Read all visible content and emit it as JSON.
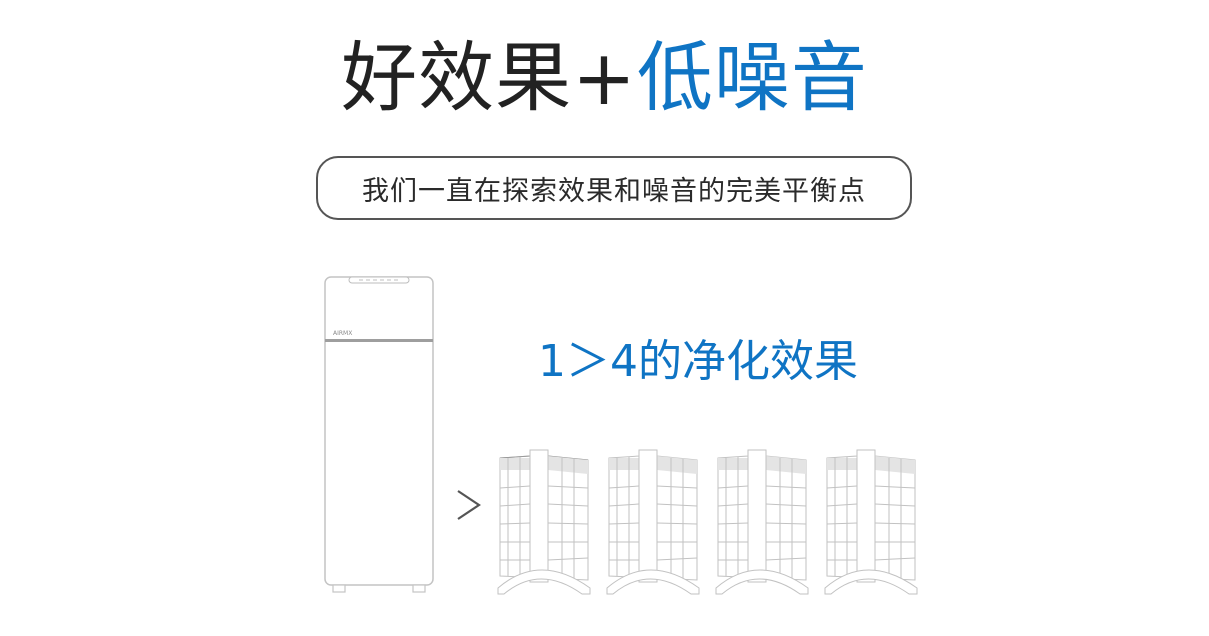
{
  "title": {
    "part1": "好效果+",
    "part2": "低噪音"
  },
  "tagline": "我们一直在探索效果和噪音的完美平衡点",
  "comparison": {
    "label": "1＞4的净化效果",
    "big_unit_brand": "AIRMX",
    "operator": ">",
    "small_unit_count": 4
  },
  "colors": {
    "accent": "#0f74c4",
    "text": "#222222",
    "outline": "#bbbbbb"
  }
}
